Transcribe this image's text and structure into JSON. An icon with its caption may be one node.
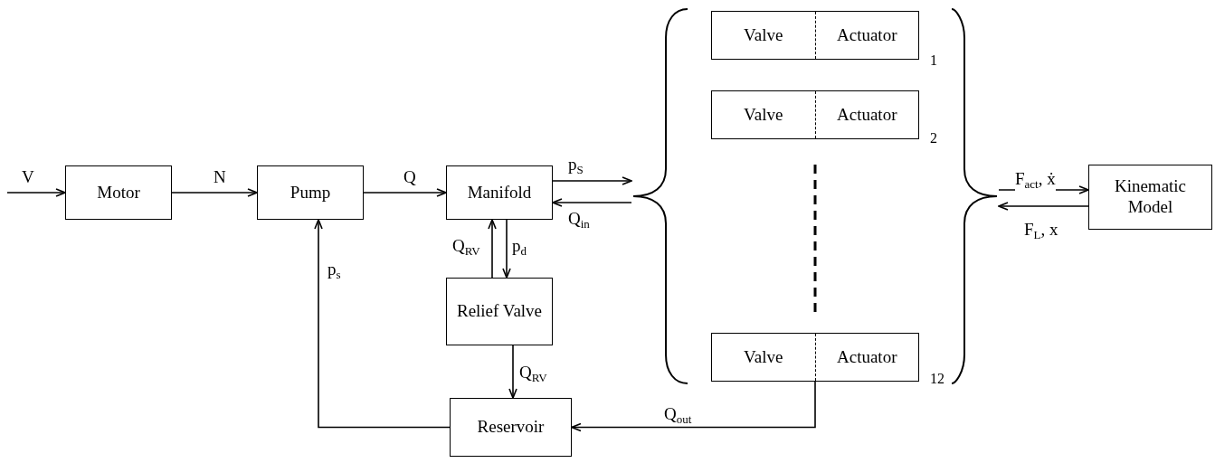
{
  "diagram": {
    "nodes": [
      {
        "text": [
          "Motor"
        ]
      },
      {
        "text": [
          "Pump"
        ]
      },
      {
        "text": [
          "Manifold"
        ]
      },
      {
        "text": [
          "Relief Valve"
        ]
      },
      {
        "text": [
          "Reservoir"
        ]
      },
      {
        "text": [],
        "shape": "brace"
      },
      {
        "text": [
          "Valve",
          "Actuator"
        ],
        "in": 5,
        "beside": [
          "1"
        ]
      },
      {
        "text": [
          "Valve",
          "Actuator"
        ],
        "in": 5,
        "beside": [
          "2"
        ]
      },
      {
        "text": [
          "Valve",
          "Actuator"
        ],
        "in": 5,
        "beside": [
          "12"
        ]
      },
      {
        "text": [
          "Kinematic Model"
        ]
      }
    ],
    "edges": [
      {
        "from": null,
        "to": 0,
        "arrow": "to",
        "label": "V"
      },
      {
        "from": 0,
        "to": 1,
        "arrow": "to",
        "label": "N"
      },
      {
        "from": 1,
        "to": 2,
        "arrow": "to",
        "label": "Q"
      },
      {
        "from": 2,
        "to": 5,
        "arrow": "to",
        "label": "p$_{S}$"
      },
      {
        "from": 5,
        "to": 2,
        "arrow": "to",
        "label": "Q$_{in}$"
      },
      {
        "from": 3,
        "to": 2,
        "arrow": "to",
        "label": "Q$_{RV}$"
      },
      {
        "from": 2,
        "to": 3,
        "arrow": "to",
        "label": "p$_{d}$"
      },
      {
        "from": 3,
        "to": 4,
        "arrow": "to",
        "label": "Q$_{RV}$"
      },
      {
        "from": 4,
        "to": 1,
        "arrow": "to",
        "label": "p$_{s}$"
      },
      {
        "from": 8,
        "to": 4,
        "arrow": "to",
        "label": "Q$_{out}$"
      },
      {
        "from": 5,
        "to": 9,
        "arrow": "to",
        "label": "F$_{act}$, ẋ"
      },
      {
        "from": 9,
        "to": 5,
        "arrow": "to",
        "label": "F$_{L}$, x"
      }
    ]
  }
}
